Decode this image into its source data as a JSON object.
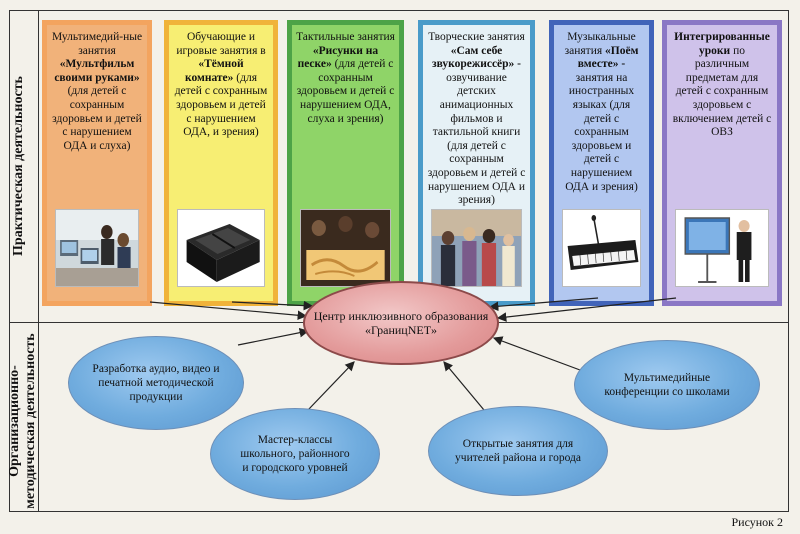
{
  "side_labels": {
    "practical": "Практическая деятельность",
    "organizational": "Организационно-методическая деятельность"
  },
  "cards": [
    {
      "lead": "Мультимедий-ные занятия",
      "bold": "«Мультфильм своими руками»",
      "rest": "(для детей с сохранным здоровьем и детей с нарушением ОДА и слуха)",
      "bg": "#f1b27a",
      "border": "#f3a45f"
    },
    {
      "lead": "Обучающие и игровые занятия в",
      "bold": "«Тёмной комнате»",
      "rest": "(для детей с сохранным здоровьем и детей с нарушением ОДА, и зрения)",
      "bg": "#f7ee73",
      "border": "#f0b33a"
    },
    {
      "lead": "Тактильные занятия",
      "bold": "«Рисунки на песке»",
      "rest": "(для детей с сохранным здоровьем и детей с нарушением ОДА, слуха и зрения)",
      "bg": "#8fd468",
      "border": "#4da347"
    },
    {
      "lead": "Творческие занятия",
      "bold": "«Сам себе звукорежиссёр» -",
      "rest": "озвучивание детских анимационных фильмов и тактильной книги (для детей с сохранным здоровьем и детей с нарушением ОДА и зрения)",
      "bg": "#e6f1f6",
      "border": "#4a9bc9"
    },
    {
      "lead": "Музыкальные занятия",
      "bold": "«Поём вместе» -",
      "rest": "занятия на иностранных языках (для детей с сохранным здоровьем и детей с нарушением ОДА и зрения)",
      "bg": "#b2c7f0",
      "border": "#4164b9"
    },
    {
      "lead": "",
      "bold": "Интегрированные уроки",
      "rest": "по различным предметам для детей с сохранным здоровьем с включением детей с ОВЗ",
      "bg": "#cfc2ea",
      "border": "#8a77c5"
    }
  ],
  "center": "Центр инклюзивного образования «ГраницNET»",
  "ellipses": [
    "Разработка аудио, видео и печатной методической продукции",
    "Мастер-классы школьного, районного и городского уровней",
    "Открытые занятия для учителей района и города",
    "Мультимедийные конференции со школами"
  ],
  "caption": "Рисунок 2"
}
